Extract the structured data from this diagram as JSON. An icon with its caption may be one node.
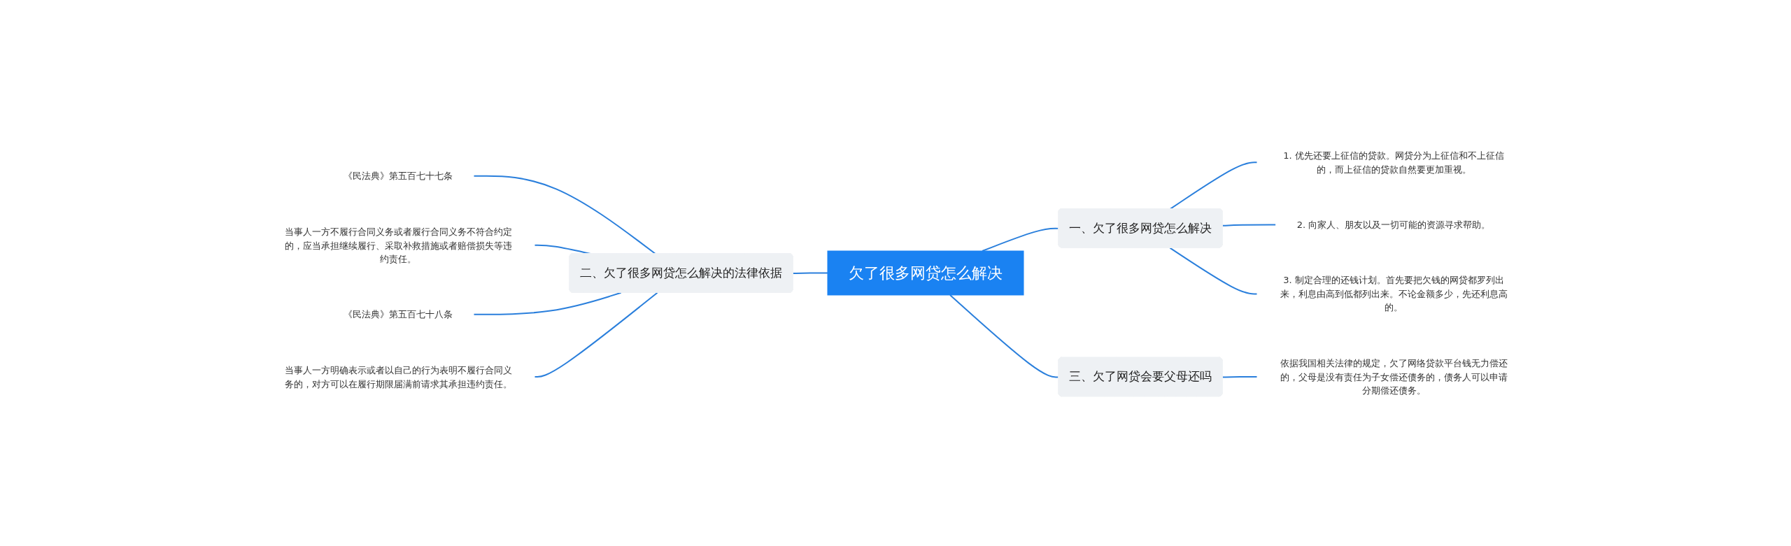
{
  "diagram": {
    "nodes": [
      {
        "text": [
          "欠了很多网贷怎么解决"
        ]
      },
      {
        "text": [
          "二、欠了很多网贷怎么解决的法律依据"
        ]
      },
      {
        "text": [
          "《民法典》第五百七十七条"
        ]
      },
      {
        "text": [
          "当事人一方不履行合同义务或者履行合同义务不符合约定的，应当承担继续履行、采取补救措施或者赔偿损失等违约责任。"
        ]
      },
      {
        "text": [
          "《民法典》第五百七十八条"
        ]
      },
      {
        "text": [
          "当事人一方明确表示或者以自己的行为表明不履行合同义务的，对方可以在履行期限届满前请求其承担违约责任。"
        ]
      },
      {
        "text": [
          "一、欠了很多网贷怎么解决"
        ]
      },
      {
        "text": [
          "1. 优先还要上征信的贷款。网贷分为上征信和不上征信的，而上征信的贷款自然要更加重视。"
        ]
      },
      {
        "text": [
          "2. 向家人、朋友以及一切可能的资源寻求帮助。"
        ]
      },
      {
        "text": [
          "3. 制定合理的还钱计划。首先要把欠钱的网贷都罗列出来，利息由高到低都列出来。不论金额多少，先还利息高的。"
        ]
      },
      {
        "text": [
          "三、欠了网贷会要父母还吗"
        ]
      },
      {
        "text": [
          "依据我国相关法律的规定，欠了网络贷款平台钱无力偿还的，父母是没有责任为子女偿还债务的，债务人可以申请分期偿还债务。"
        ]
      }
    ],
    "edges": [
      {
        "from": 2,
        "to": 1,
        "arrow": "none"
      },
      {
        "from": 3,
        "to": 1,
        "arrow": "none"
      },
      {
        "from": 4,
        "to": 1,
        "arrow": "none"
      },
      {
        "from": 5,
        "to": 1,
        "arrow": "none"
      },
      {
        "from": 1,
        "to": 0,
        "arrow": "none"
      },
      {
        "from": 0,
        "to": 6,
        "arrow": "none"
      },
      {
        "from": 6,
        "to": 7,
        "arrow": "none"
      },
      {
        "from": 6,
        "to": 8,
        "arrow": "none"
      },
      {
        "from": 6,
        "to": 9,
        "arrow": "none"
      },
      {
        "from": 0,
        "to": 10,
        "arrow": "none"
      },
      {
        "from": 10,
        "to": 11,
        "arrow": "none"
      }
    ]
  }
}
